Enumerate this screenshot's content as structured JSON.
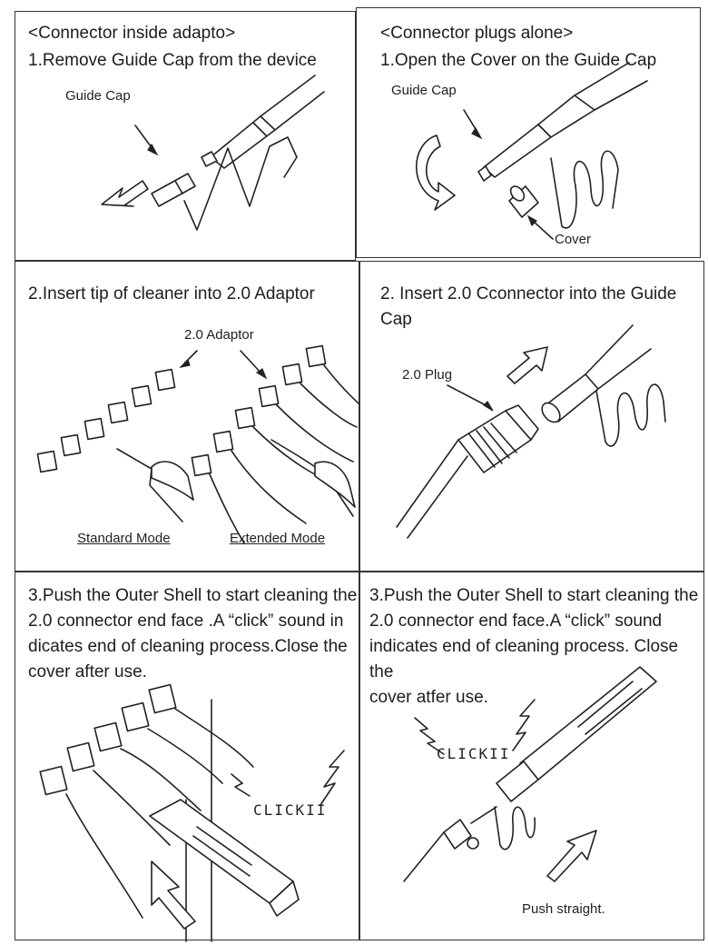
{
  "panels": {
    "p1": {
      "heading": "<Connector inside adapto>",
      "step": "1.Remove Guide Cap from the device",
      "label_guide_cap": "Guide Cap"
    },
    "p2": {
      "heading": "<Connector plugs alone>",
      "step": "1.Open the Cover on the Guide Cap",
      "label_guide_cap": "Guide Cap",
      "label_cover": "Cover"
    },
    "p3": {
      "step": "2.Insert tip of cleaner into 2.0 Adaptor",
      "label_adaptor": "2.0 Adaptor",
      "label_standard": "Standard Mode",
      "label_extended": "Extended Mode"
    },
    "p4": {
      "step": "2. Insert 2.0  Cconnector into the Guide\nCap",
      "label_plug": "2.0 Plug"
    },
    "p5": {
      "step": "3.Push the Outer Shell to start cleaning the\n2.0 connector end face .A “click” sound in\ndicates end of cleaning process.Close the\ncover after use.",
      "label_click": "CLICKII"
    },
    "p6": {
      "step": "3.Push the Outer Shell to start cleaning the\n2.0 connector end face.A “click” sound\nindicates end of cleaning process. Close the\ncover atfer use.",
      "label_click": "CLICKII",
      "label_push": "Push straight."
    }
  }
}
